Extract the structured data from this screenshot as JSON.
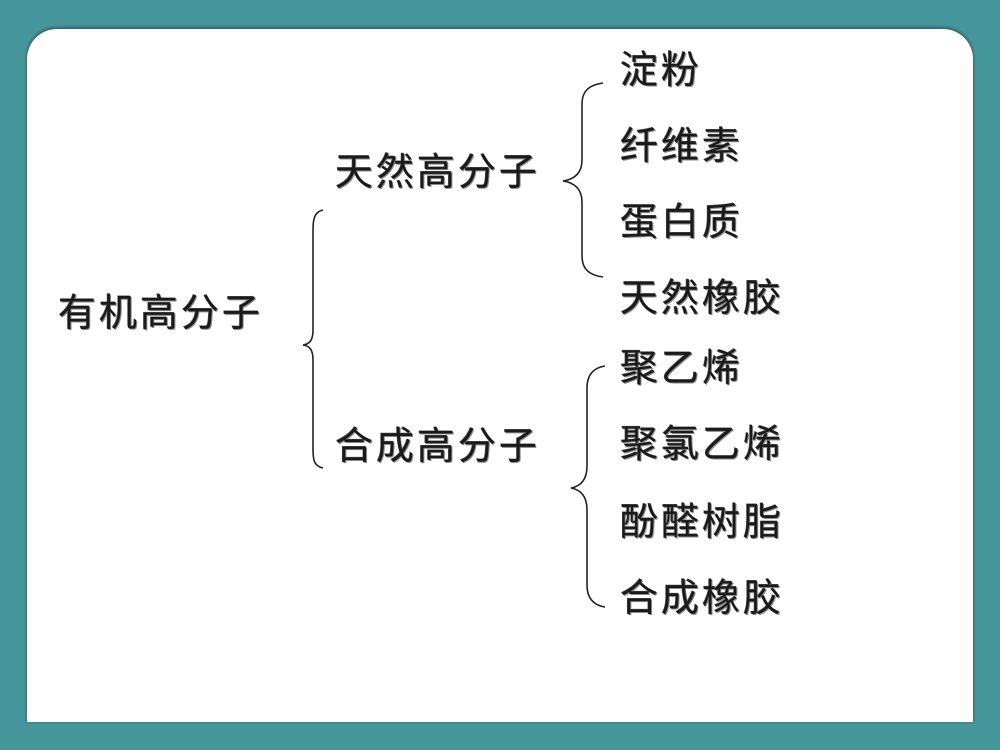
{
  "colors": {
    "background": "#46979c",
    "panel": "#ffffff",
    "text": "#1a1a1a"
  },
  "root": {
    "label": "有机高分子"
  },
  "categories": [
    {
      "label": "天然高分子",
      "items": [
        "淀粉",
        "纤维素",
        "蛋白质",
        "天然橡胶"
      ]
    },
    {
      "label": "合成高分子",
      "items": [
        "聚乙烯",
        "聚氯乙烯",
        "酚醛树脂",
        "合成橡胶"
      ]
    }
  ]
}
